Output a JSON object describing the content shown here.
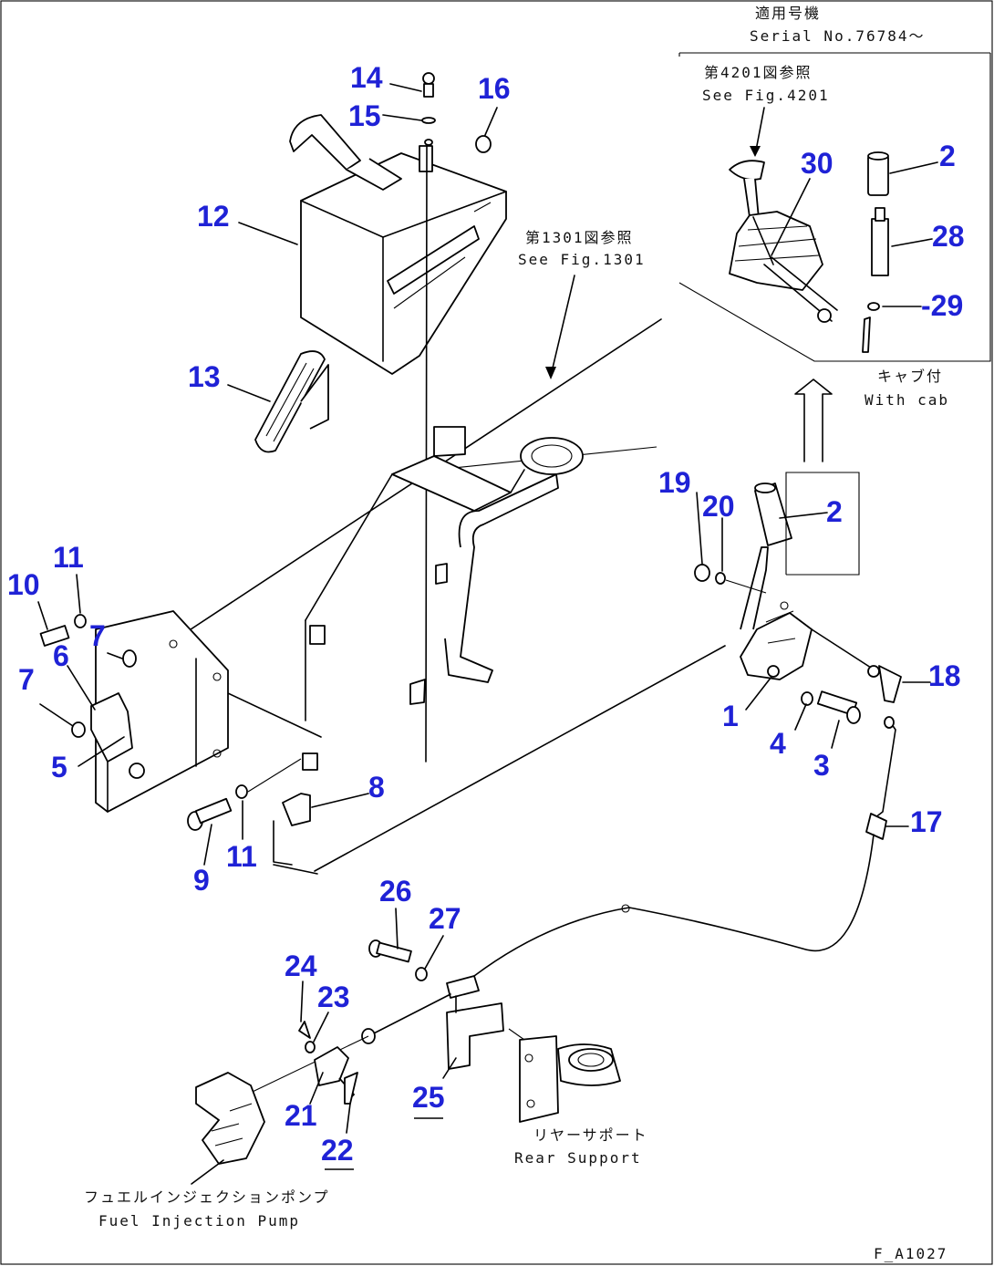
{
  "notes": {
    "applicable_jp": "適用号機",
    "serial": "Serial No.76784〜",
    "fig4201_jp": "第4201図参照",
    "fig4201_en": "See Fig.4201",
    "fig1301_jp": "第1301図参照",
    "fig1301_en": "See Fig.1301",
    "cab_jp": "キャブ付",
    "cab_en": "With cab",
    "rear_support_jp": "リヤーサポート",
    "rear_support_en": "Rear Support",
    "pump_jp": "フュエルインジェクションポンプ",
    "pump_en": "Fuel Injection Pump",
    "figure_id": "F_A1027"
  },
  "callouts": [
    "14",
    "15",
    "16",
    "12",
    "13",
    "30",
    "2",
    "28",
    "-29",
    "19",
    "20",
    "2",
    "18",
    "1",
    "4",
    "3",
    "17",
    "11",
    "10",
    "7",
    "6",
    "7",
    "5",
    "8",
    "9",
    "11",
    "26",
    "27",
    "24",
    "23",
    "21",
    "22",
    "25"
  ]
}
